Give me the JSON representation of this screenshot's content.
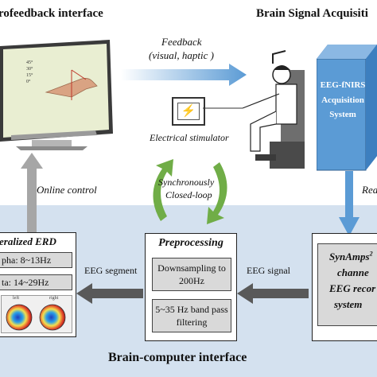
{
  "top_left_title": "rofeedback interface",
  "top_right_title": "Brain Signal Acquisiti",
  "feedback": {
    "line1": "Feedback",
    "line2": "(visual, haptic )"
  },
  "stimulator_label": "Electrical stimulator",
  "online_control": "Online control",
  "sync_loop": {
    "line1": "Synchronously",
    "line2": "Closed-loop"
  },
  "real_label": "Rea",
  "acq_system": {
    "line1": "EEG-fNIRS",
    "line2": "Acquisition",
    "line3": "System"
  },
  "screen_angles": [
    "45°",
    "30°",
    "15°",
    "0°"
  ],
  "erd_box": {
    "title": "eralized ERD",
    "row1": "pha: 8~13Hz",
    "row2": "ta: 14~29Hz",
    "map_left": "left",
    "map_right": "right"
  },
  "eeg_segment": "EEG segment",
  "preprocessing": {
    "title": "Preprocessing",
    "step1_a": "Downsampling to",
    "step1_b": "200Hz",
    "step2_a": "5~35 Hz band pass",
    "step2_b": "filtering"
  },
  "eeg_signal": "EEG signal",
  "synamps": {
    "title": "SynAmps",
    "sup": "2",
    "line2": "channe",
    "line3": "EEG recor",
    "line4": "system"
  },
  "bci_title": "Brain-computer interface",
  "colors": {
    "arrow_blue": "#5b9bd5",
    "loop_green": "#70ad47",
    "panel_blue": "#d4e1ef",
    "arrow_gray": "#a6a6a6",
    "arrow_dark": "#595959"
  }
}
